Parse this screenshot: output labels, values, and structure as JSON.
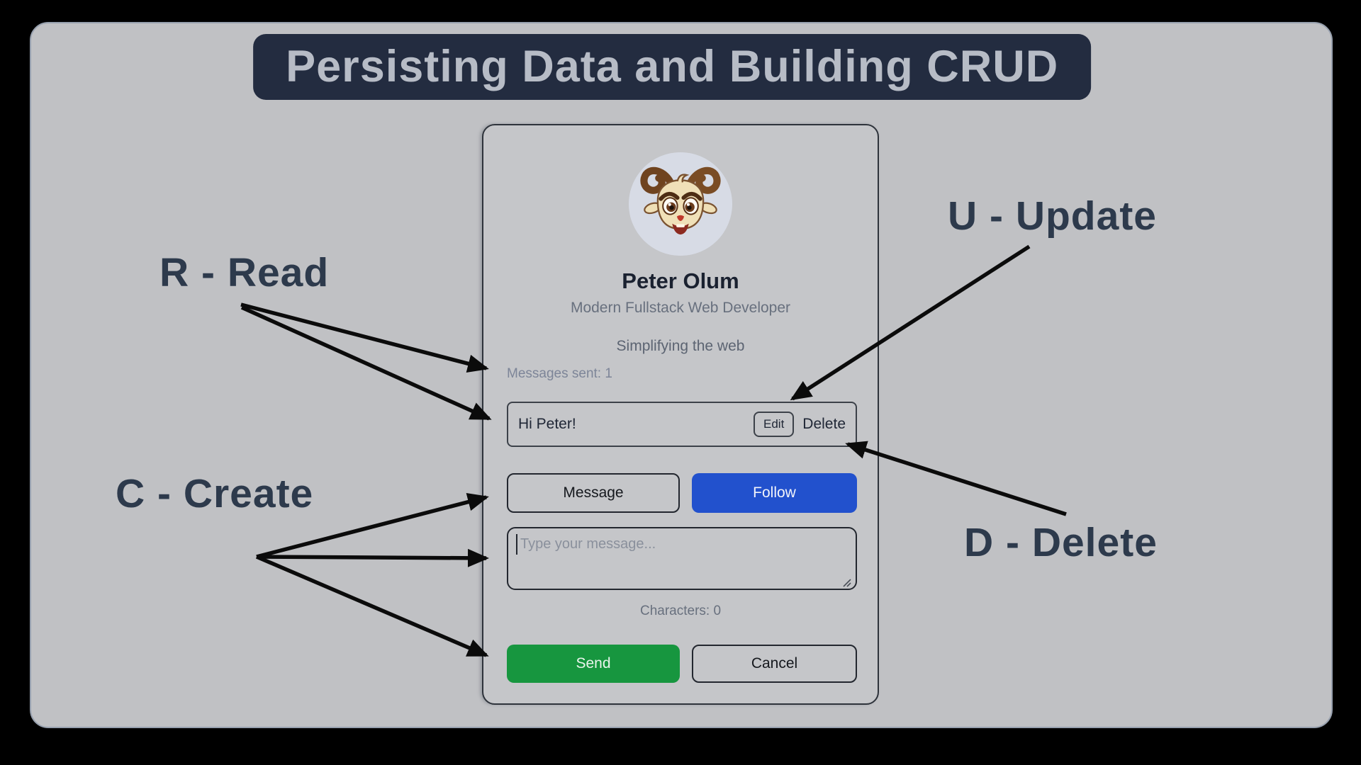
{
  "title_banner": {
    "text": "Persisting Data and Building CRUD"
  },
  "annotations": {
    "read_label": "R - Read",
    "update_label": "U - Update",
    "create_label": "C - Create",
    "delete_label": "D - Delete"
  },
  "profile_card": {
    "avatar_icon": "ram-face-avatar",
    "name": "Peter Olum",
    "role": "Modern Fullstack Web Developer",
    "tagline": "Simplifying the web",
    "messages_sent_label": "Messages sent: 1",
    "messages_sent_count": 1,
    "message_item": {
      "text": "Hi Peter!",
      "edit_label": "Edit",
      "delete_label": "Delete"
    },
    "actions": {
      "message_label": "Message",
      "follow_label": "Follow"
    },
    "composer": {
      "placeholder": "Type your message...",
      "value": "",
      "char_count_label": "Characters: 0",
      "char_count": 0
    },
    "footer_actions": {
      "send_label": "Send",
      "cancel_label": "Cancel"
    }
  },
  "colors": {
    "page_bg": "#000000",
    "panel_bg": "#c0c1c4",
    "banner_bg": "#232c40",
    "banner_text": "#b7bcc6",
    "annotation_text": "#2d3a4c",
    "follow_bg": "#2251cd",
    "send_bg": "#17963f",
    "arrow": "#0b0b0b",
    "avatar_bg": "#d7dbe5"
  }
}
